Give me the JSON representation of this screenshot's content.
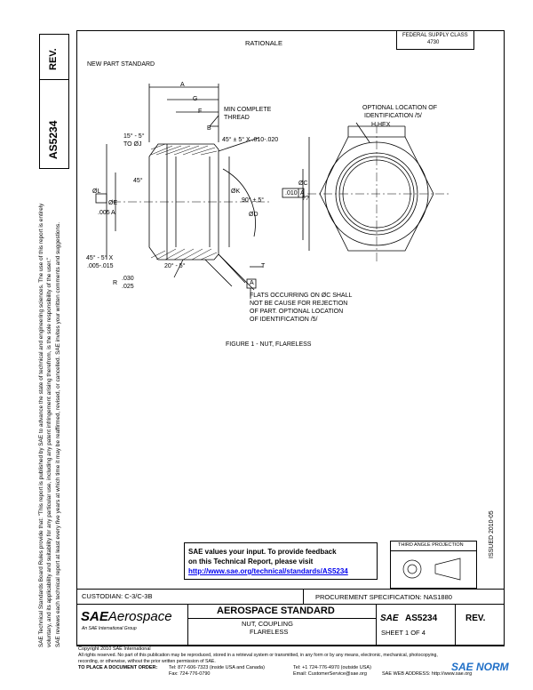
{
  "rev_tab": {
    "rev": "REV.",
    "doc_id": "AS5234"
  },
  "side_notice": {
    "line1": "SAE Technical Standards Board Rules provide that: \"This report is published by SAE to advance the state of technical and engineering sciences. The use of this report is entirely",
    "line2": "voluntary, and its applicability and suitability for any particular use, including any patent infringement arising therefrom, is the sole responsibility of the user.\"",
    "line3": "SAE reviews each technical report at least every five years at which time it may be reaffirmed, revised, or cancelled. SAE invites your written comments and suggestions."
  },
  "header": {
    "rationale": "RATIONALE",
    "fed_code_1": "FEDERAL SUPPLY CLASS",
    "fed_code_2": "4730",
    "new_part": "NEW PART STANDARD"
  },
  "drawing": {
    "dim_A": "A",
    "dim_G": "G",
    "dim_F": "F",
    "dim_B": "B",
    "min_thread_1": "MIN COMPLETE",
    "min_thread_2": "THREAD",
    "chamfer_angle_1": "15° - 5°",
    "chamfer_angle_2": "TO ØJ",
    "chamfer_note": "45° ± 5° X .010-.020",
    "angle_45": "45°",
    "dia_L": "ØL",
    "dia_E": "ØE",
    "tol_005": ".005",
    "datum_A": "A",
    "dia_K": "ØK",
    "angle_90": "90° ± 5°",
    "dia_C": "ØC",
    "tol_010": ".010",
    "dia_D": "ØD",
    "chamfer2_1": "45° - 5° X",
    "chamfer2_2": ".005-.015",
    "r_label": "R",
    "r_val_1": ".030",
    "r_val_2": ".025",
    "angle_20": "20° - 5°",
    "t_label": "T",
    "datum_A2": "A",
    "opt_loc_1": "OPTIONAL LOCATION OF",
    "opt_loc_2": "IDENTIFICATION /5/",
    "hex_label": "H HEX",
    "hex_side": "??",
    "flats_1": "FLATS OCCURRING ON ØC SHALL",
    "flats_2": "NOT BE CAUSE FOR REJECTION",
    "flats_3": "OF PART. OPTIONAL LOCATION",
    "flats_4": "OF IDENTIFICATION /5/",
    "figure_caption": "FIGURE 1 - NUT, FLARELESS"
  },
  "feedback": {
    "line1": "SAE values your input. To provide feedback",
    "line2": "on this Technical Report, please visit",
    "url": "http://www.sae.org/technical/standards/AS5234"
  },
  "projection": {
    "label": "THIRD ANGLE PROJECTION"
  },
  "right_code": "ISSUED 2010-05",
  "title_block": {
    "custodian": "CUSTODIAN: C-3/C-3B",
    "procurement": "PROCUREMENT SPECIFICATION: NAS1880",
    "logo_sae": "SAE",
    "logo_aero": "Aerospace",
    "logo_sub": "An SAE International Group",
    "main_title": "AEROSPACE STANDARD",
    "subtitle_1": "NUT, COUPLING",
    "subtitle_2": "FLARELESS",
    "sae_small": "SAE",
    "doc_number": "AS5234",
    "sheet": "SHEET 1 OF 4",
    "rev": "REV."
  },
  "footer": {
    "copyright": "Copyright 2010 SAE International",
    "rights_1": "All rights reserved. No part of this publication may be reproduced, stored in a retrieval system or transmitted, in any form or by any means, electronic, mechanical, photocopying,",
    "rights_2": "recording, or otherwise, without the prior written permission of SAE.",
    "order_label": "TO PLACE A DOCUMENT ORDER:",
    "tel_1": "Tel: 877-606-7323 (inside USA and Canada)",
    "fax": "Fax: 724-776-0790",
    "tel_2": "Tel: +1 724-776-4970 (outside USA)",
    "email": "Email: CustomerService@sae.org",
    "web": "SAE WEB ADDRESS: http://www.sae.org",
    "watermark": "SAE NORM"
  }
}
